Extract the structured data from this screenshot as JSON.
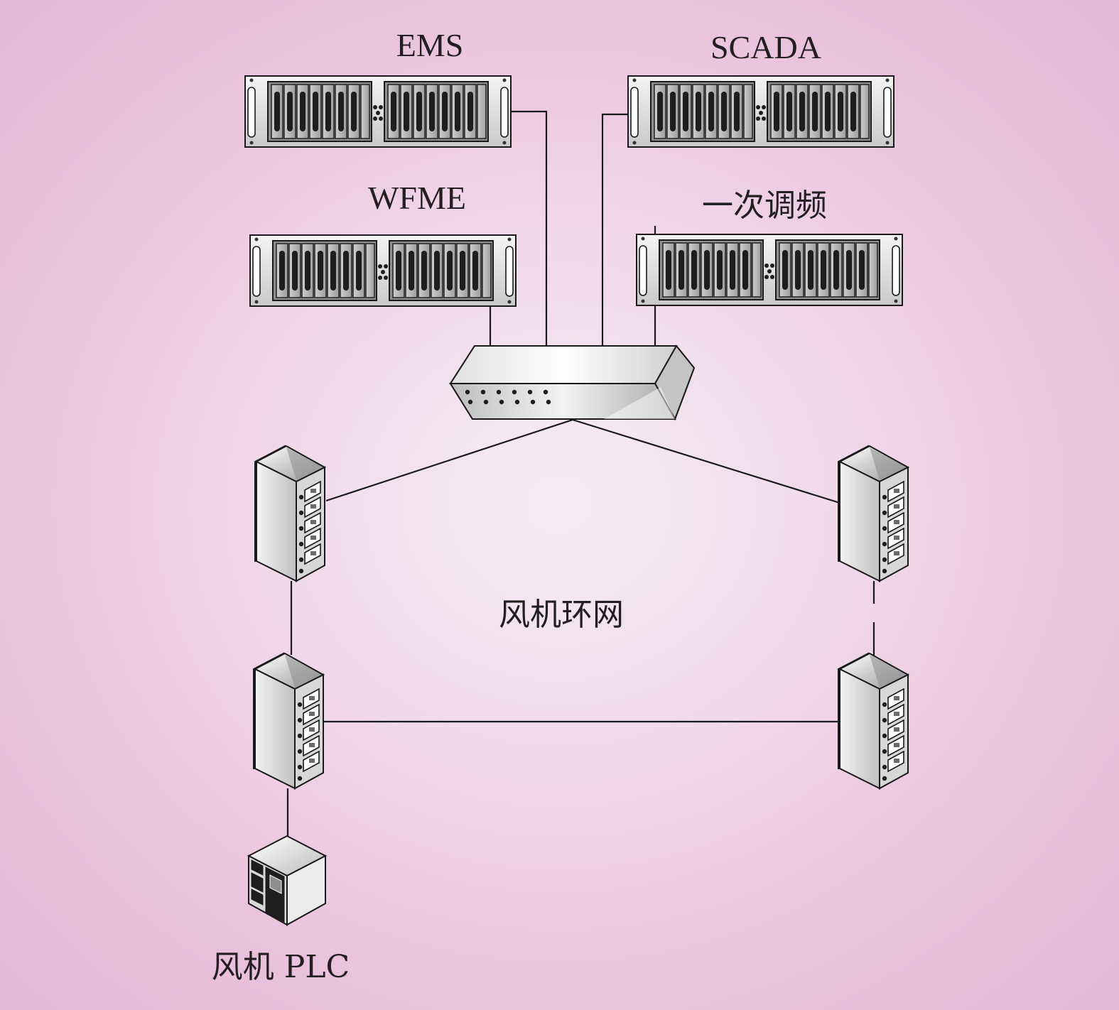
{
  "labels": {
    "ems": "EMS",
    "scada": "SCADA",
    "wfme": "WFME",
    "primary_freq": "一次调频",
    "ring": "风机环网",
    "plc": "风机 PLC"
  }
}
